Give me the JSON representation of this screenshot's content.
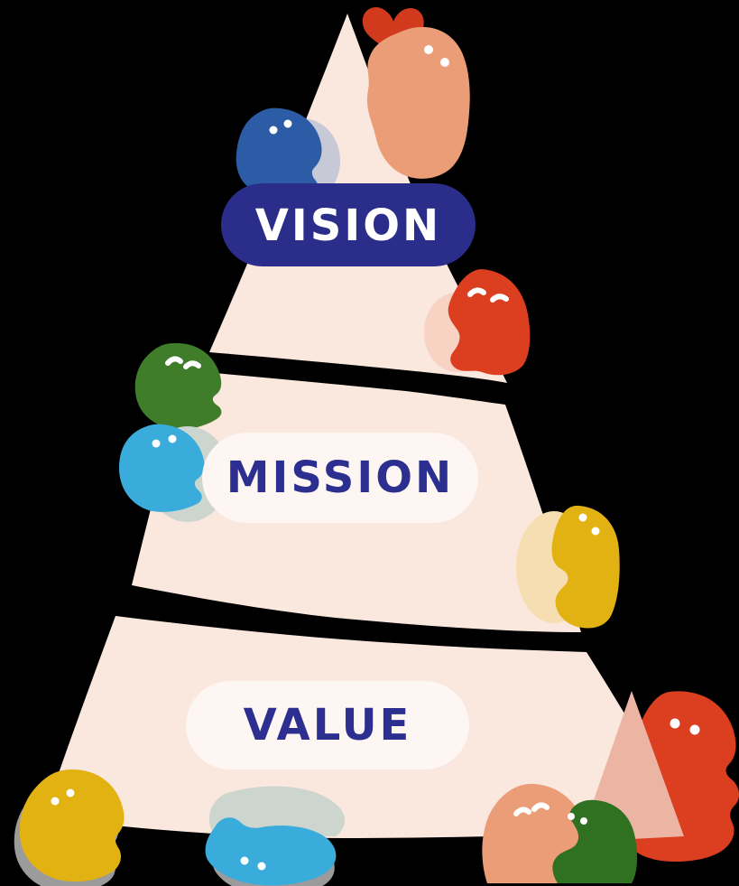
{
  "illustration": {
    "title": "vision-mission-value-pyramid",
    "tiers": [
      {
        "id": "vision",
        "label": "VISION",
        "pill_style": "navy"
      },
      {
        "id": "mission",
        "label": "MISSION",
        "pill_style": "white"
      },
      {
        "id": "value",
        "label": "VALUE",
        "pill_style": "white"
      }
    ],
    "colors": {
      "background": "#000000",
      "pyramid_cream": "#fae7dd",
      "pill_navy": "#2a2d8a",
      "pill_white": "#fdf6f2",
      "text_navy": "#2c2f8f",
      "text_white": "#ffffff",
      "eye_white": "#ffffff",
      "heart_red": "#d23a1e",
      "red": "#dc3e20",
      "salmon": "#eb9d77",
      "blue": "#2b5ca5",
      "cyan": "#3aacdc",
      "green": "#3f7d2a",
      "dark_green": "#2f7021",
      "yellow": "#e2b112",
      "cream_yellow": "#f6deb2",
      "lavender_shadow": "#c8c9d6",
      "sage_shadow": "#ccd6cf",
      "gray_shadow": "#9b9b9b",
      "pink_light": "#f8d2c3",
      "pink_triangle": "#ecb4a3"
    },
    "characters": [
      "heart",
      "salmon-top-blob",
      "blue-blob",
      "red-top-right-blob",
      "green-left-blob",
      "cyan-left-blob",
      "yellow-right-blob",
      "yellow-bottom-left-blob",
      "cyan-bottom-blob",
      "salmon-bottom-blob",
      "green-bottom-blob",
      "red-bottom-right-blob",
      "pink-triangle"
    ]
  }
}
